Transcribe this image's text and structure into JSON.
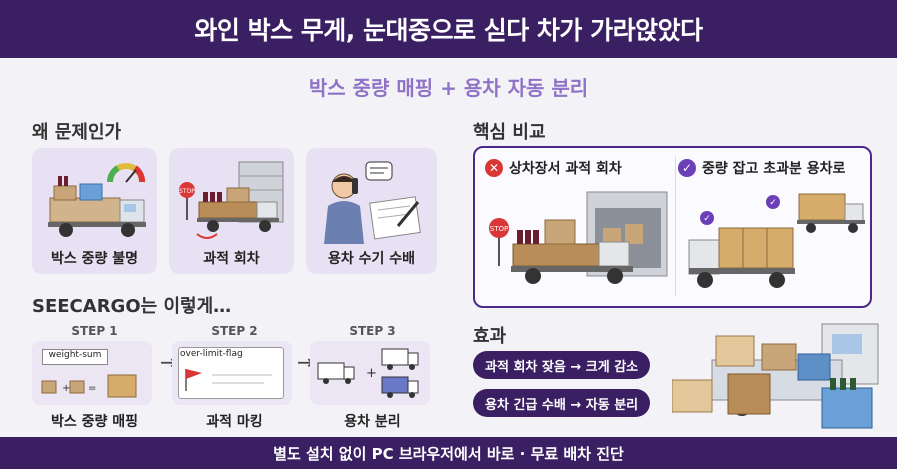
{
  "header": {
    "title": "와인 박스 무게, 눈대중으로 싣다 차가 가라앉았다"
  },
  "subtitle": "박스 중량 매핑 + 용차 자동 분리",
  "problem": {
    "title": "왜 문제인가",
    "cards": [
      {
        "label": "박스 중량 불명",
        "icon": "truck-with-gauge"
      },
      {
        "label": "과적 회차",
        "icon": "overloaded-truck-stop"
      },
      {
        "label": "용차 수기 수배",
        "icon": "phone-and-paperwork"
      }
    ]
  },
  "solution": {
    "title": "SEECARGO는 이렇게…",
    "steps": [
      {
        "step": "STEP 1",
        "tag": "weight-sum",
        "name": "박스 중량 매핑"
      },
      {
        "step": "STEP 2",
        "tag": "over-limit-flag",
        "name": "과적 마킹"
      },
      {
        "step": "STEP 3",
        "name": "용차 분리"
      }
    ]
  },
  "compare": {
    "title": "핵심 비교",
    "bad": {
      "label": "상차장서 과적 회차",
      "icon": "x-circle-icon"
    },
    "good": {
      "label": "중량 잡고 초과분 용차로",
      "icon": "check-circle-icon"
    }
  },
  "effect": {
    "title": "효과",
    "items": [
      "과적 회차 잦음 → 크게 감소",
      "용차 긴급 수배 → 자동 분리"
    ]
  },
  "footer": "별도 설치 없이 PC 브라우저에서 바로 · 무료 배차 진단",
  "colors": {
    "brand": "#3a1f63",
    "accent": "#8f73c6",
    "card": "#e8e1f3",
    "danger": "#d93636",
    "ok": "#6b3fb8"
  }
}
